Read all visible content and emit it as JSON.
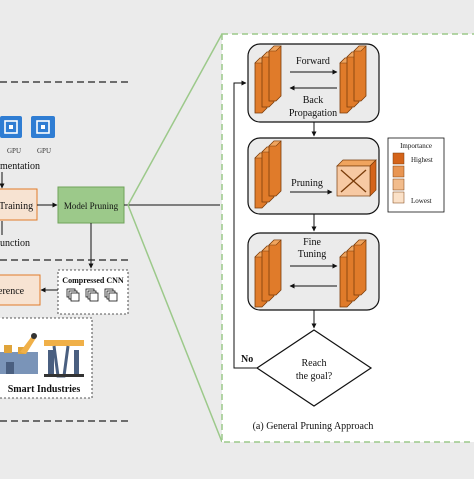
{
  "left_panel": {
    "gpu_label_1": "GPU",
    "gpu_label_2": "GPU",
    "augmentation_label": "mentation",
    "training_label": "Training",
    "loss_function_label": "unction",
    "model_pruning_label": "Model Pruning",
    "inference_label": "erence",
    "compressed_cnn_label": "Compressed CNN",
    "smart_industries_label": "Smart Industries"
  },
  "right_panel": {
    "forward_label": "Forward",
    "back_label": "Back",
    "propagation_label": "Propagation",
    "pruning_label": "Pruning",
    "fine_label": "Fine",
    "tuning_label": "Tuning",
    "importance_legend": {
      "title": "Importance",
      "highest": "Highest",
      "lowest": "Lowest",
      "swatch_colors": [
        "#d4641a",
        "#e89552",
        "#f2bc8c",
        "#fbe1c8"
      ]
    },
    "decision_line1": "Reach",
    "decision_line2": "the goal?",
    "no_label": "No",
    "caption": "(a) General Pruning Approach"
  },
  "colors": {
    "accent_orange": "#e07b2a",
    "module_green": "#9cc98a",
    "module_green_border": "#6fa35a"
  }
}
